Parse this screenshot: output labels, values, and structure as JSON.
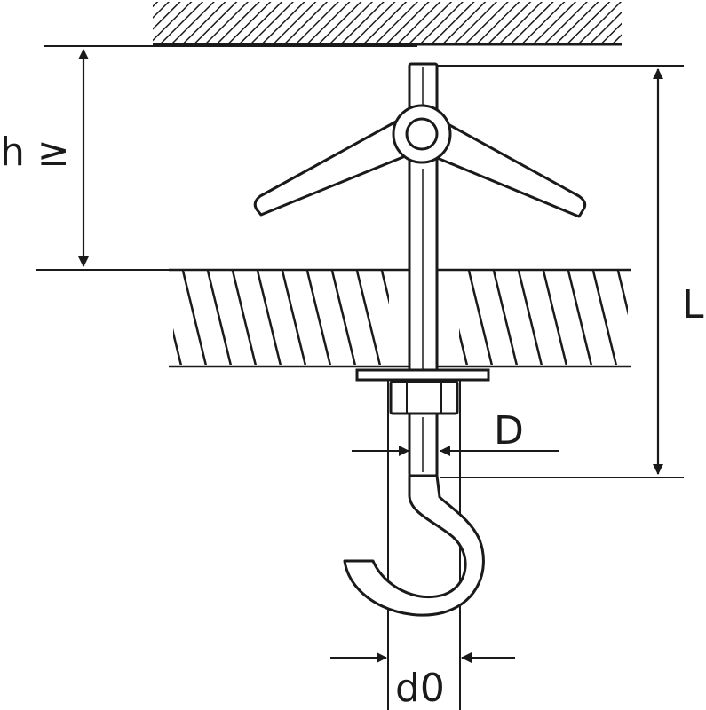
{
  "labels": {
    "h": "h ≥",
    "L": "L",
    "D": "D",
    "d0": "d0"
  },
  "colors": {
    "ink": "#1a1a1a",
    "paper": "#ffffff"
  }
}
